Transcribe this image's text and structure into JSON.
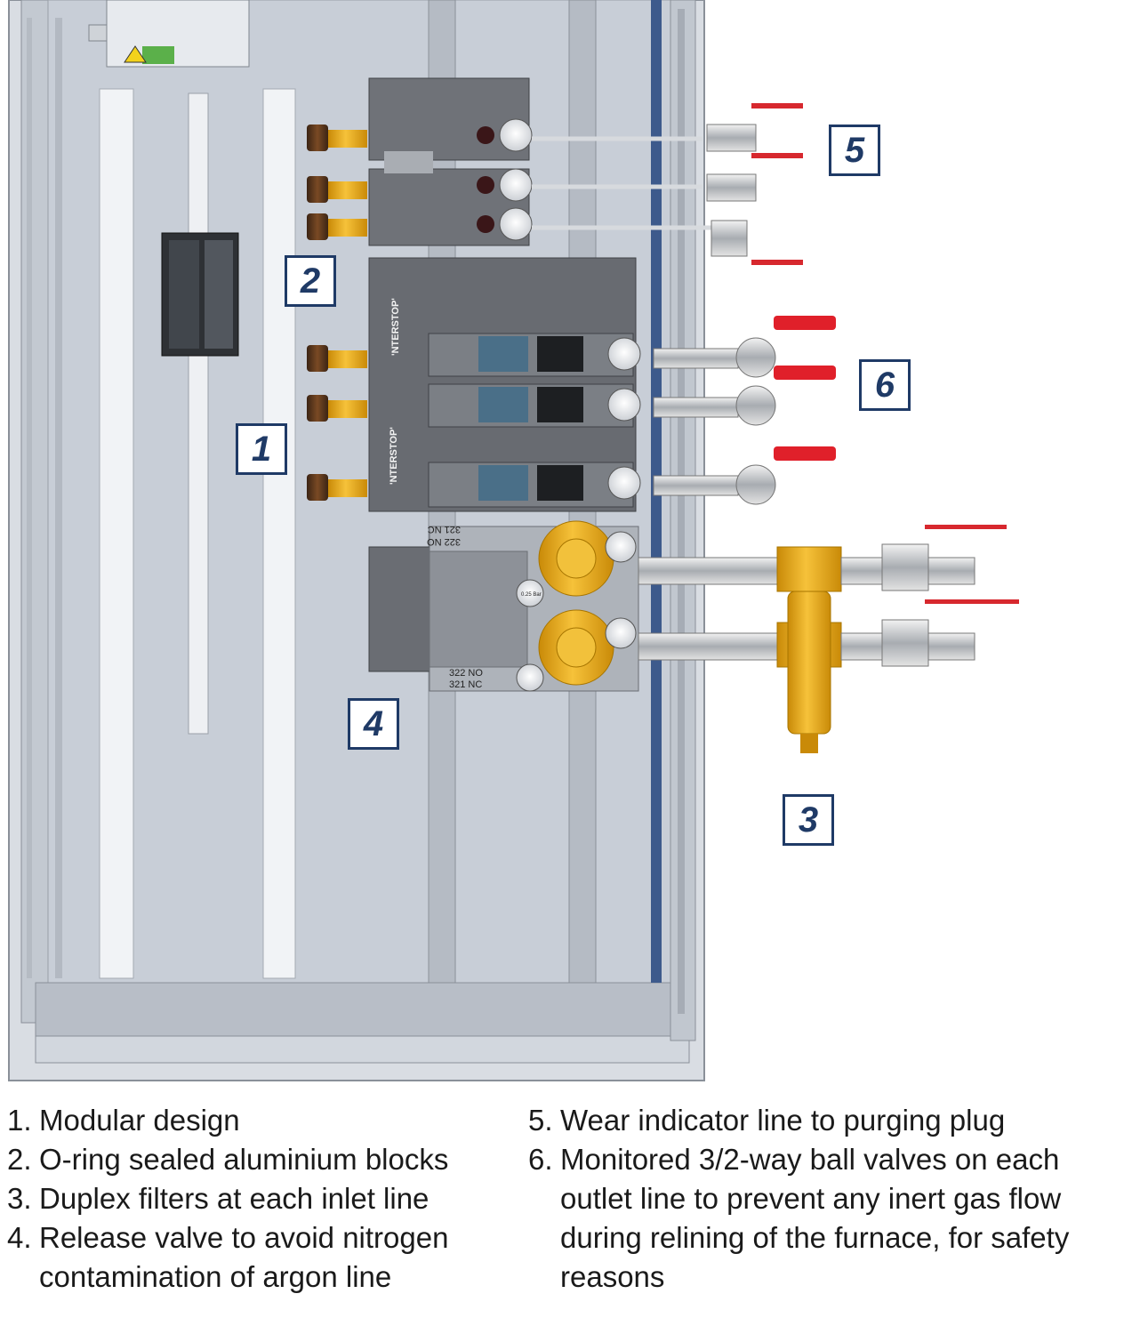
{
  "diagram": {
    "callouts": [
      "1",
      "2",
      "3",
      "4",
      "5",
      "6"
    ],
    "device_labels": {
      "brand": "'NTERSTOP'",
      "valve_codes_top": [
        "322 NO",
        "321 NC"
      ],
      "valve_codes_bottom": [
        "322 NO",
        "321 NC"
      ],
      "pressure_gauge": "0.25 Bar"
    },
    "colors": {
      "panel": "#c9d0db",
      "frame": "#d6dbe2",
      "block": "#6e7177",
      "brass": "#f0b51a",
      "handle": "#e0202a",
      "callout_border": "#1f3a66"
    }
  },
  "legend": {
    "left": [
      {
        "num": "1.",
        "text": "Modular design"
      },
      {
        "num": "2.",
        "text": "O-ring sealed aluminium blocks"
      },
      {
        "num": "3.",
        "text": "Duplex filters at each inlet line"
      },
      {
        "num": "4.",
        "text": "Release valve to avoid nitrogen contamination of argon line"
      }
    ],
    "right": [
      {
        "num": "5.",
        "text": "Wear indicator line to purging plug"
      },
      {
        "num": "6.",
        "text": "Monitored 3/2-way ball valves on each outlet line to prevent any inert gas flow during relining of the furnace, for safety reasons"
      }
    ]
  }
}
